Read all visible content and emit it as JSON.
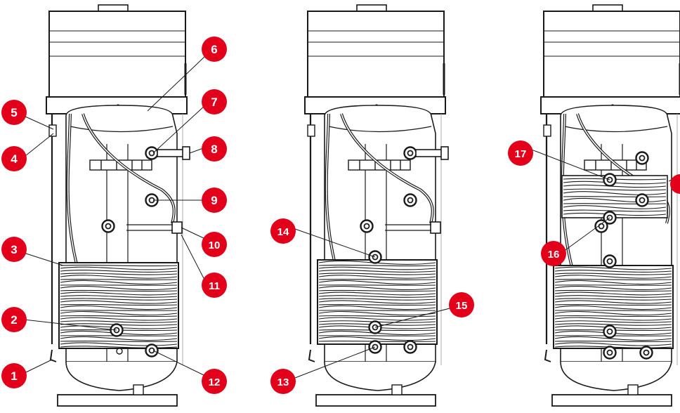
{
  "colors": {
    "callout": "#e2001a",
    "callout_text": "#ffffff",
    "line": "#1a1a1a",
    "background": "#ffffff"
  },
  "units": [
    {
      "id": "unit-left",
      "callouts": [
        {
          "label": "1"
        },
        {
          "label": "2"
        },
        {
          "label": "3"
        },
        {
          "label": "4"
        },
        {
          "label": "5"
        },
        {
          "label": "6"
        },
        {
          "label": "7"
        },
        {
          "label": "8"
        },
        {
          "label": "9"
        },
        {
          "label": "10"
        },
        {
          "label": "11"
        },
        {
          "label": "12"
        }
      ]
    },
    {
      "id": "unit-middle",
      "callouts": [
        {
          "label": "13"
        },
        {
          "label": "14"
        },
        {
          "label": "15"
        }
      ]
    },
    {
      "id": "unit-right",
      "callouts": [
        {
          "label": "16"
        },
        {
          "label": "17"
        }
      ]
    }
  ]
}
